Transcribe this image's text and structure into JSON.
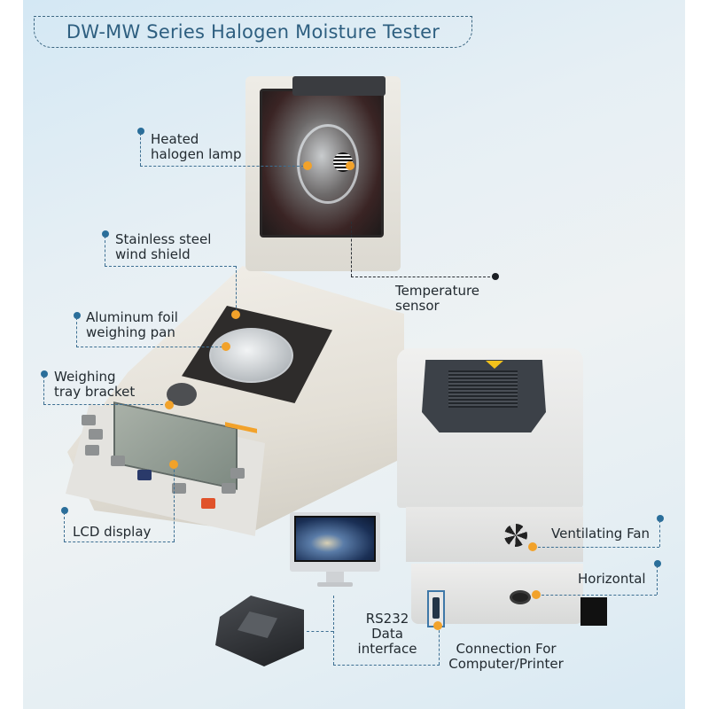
{
  "title": "DW-MW Series Halogen Moisture Tester",
  "colors": {
    "title_text": "#2e5f80",
    "leader_line": "#3d6f92",
    "anchor_dot_blue": "#2a6e9a",
    "target_dot_orange": "#f2a22a",
    "label_text": "#222a30"
  },
  "callouts": {
    "halogen_lamp": {
      "line1": "Heated",
      "line2": "halogen lamp"
    },
    "wind_shield": {
      "line1": "Stainless steel",
      "line2": "wind shield"
    },
    "weighing_pan": {
      "line1": "Aluminum foil",
      "line2": "weighing pan"
    },
    "tray_bracket": {
      "line1": "Weighing",
      "line2": "tray bracket"
    },
    "temperature_sensor": {
      "line1": "Temperature",
      "line2": "sensor"
    },
    "lcd_display": {
      "line1": "LCD display"
    },
    "ventilating_fan": {
      "line1": "Ventilating Fan"
    },
    "horizontal": {
      "line1": "Horizontal"
    },
    "rs232": {
      "line1": "RS232",
      "line2": "Data",
      "line3": "interface"
    },
    "connection": {
      "line1": "Connection For",
      "line2": "Computer/Printer"
    }
  },
  "device_parts": {
    "main_unit": "halogen moisture analyzer (front, lid open)",
    "rear_unit": "moisture analyzer rear view",
    "monitor": "desktop computer",
    "printer": "thermal printer"
  }
}
